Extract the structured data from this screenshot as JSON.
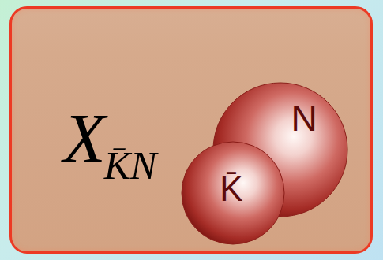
{
  "diagram": {
    "nodes": [
      {
        "text": [
          "X",
          "K̄N"
        ]
      },
      {
        "text": [
          "N"
        ],
        "in": 0
      },
      {
        "text": [
          "K̄"
        ],
        "in": 0
      }
    ]
  }
}
